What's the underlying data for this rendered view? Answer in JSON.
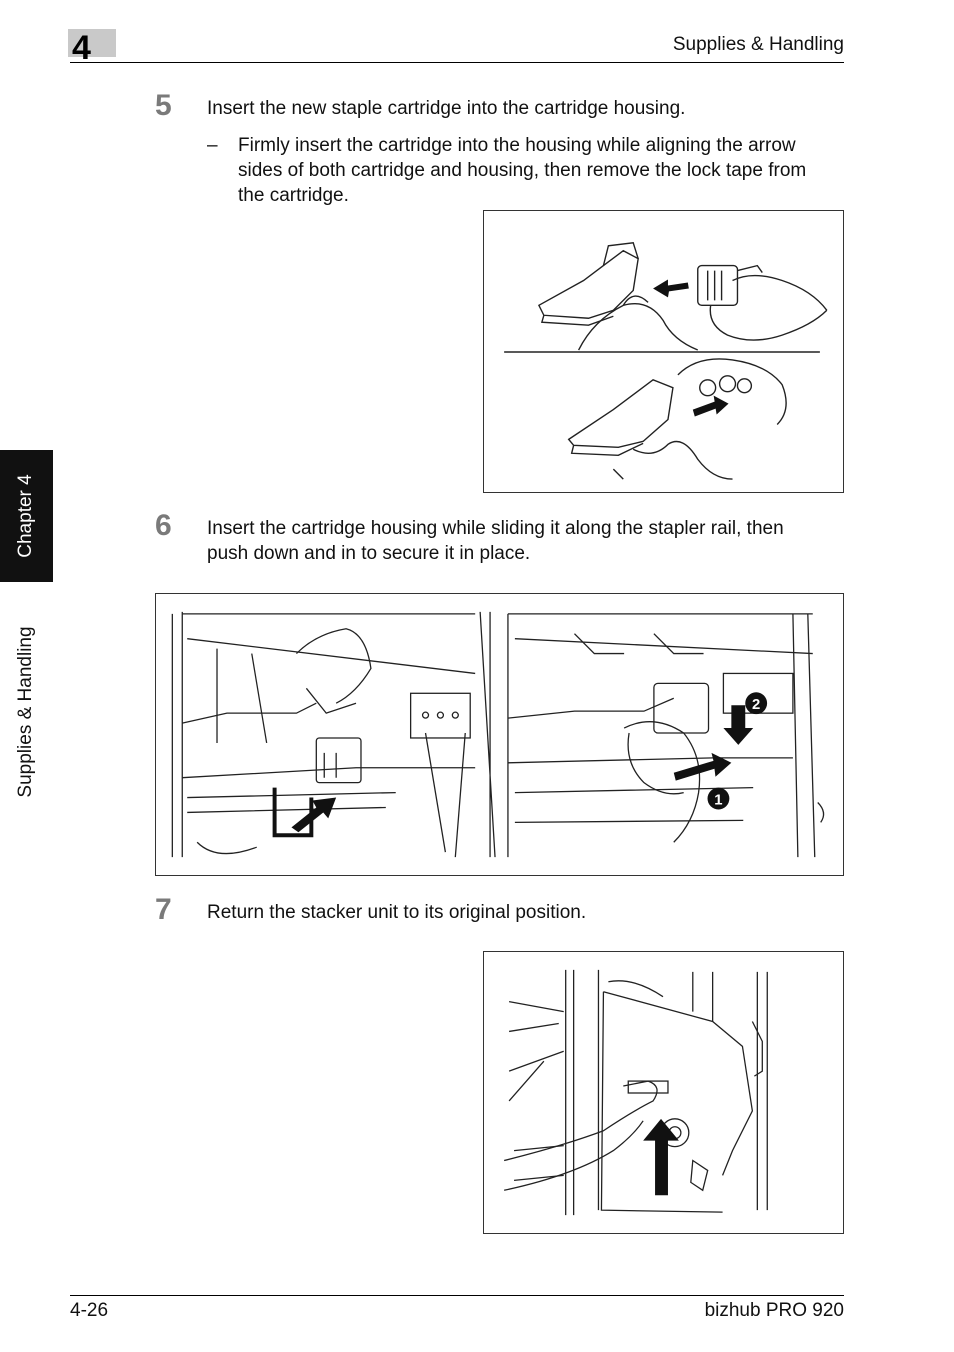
{
  "header": {
    "chapter_number": "4",
    "section_title": "Supplies & Handling"
  },
  "side_tabs": {
    "chapter": "Chapter 4",
    "section": "Supplies & Handling"
  },
  "steps": [
    {
      "number": "5",
      "text": "Insert the new staple cartridge into the cartridge housing.",
      "sub_bullet": "–",
      "sub_lines": [
        "Firmly insert the cartridge into the housing while aligning the arrow",
        "sides of both cartridge and housing, then remove the lock tape from",
        "the cartridge."
      ]
    },
    {
      "number": "6",
      "lines": [
        "Insert the cartridge housing while sliding it along the stapler rail, then",
        "push down and in to secure it in place."
      ],
      "callouts": [
        "2",
        "1"
      ]
    },
    {
      "number": "7",
      "text": "Return the stacker unit to its original position."
    }
  ],
  "footer": {
    "page": "4-26",
    "product": "bizhub PRO 920"
  }
}
